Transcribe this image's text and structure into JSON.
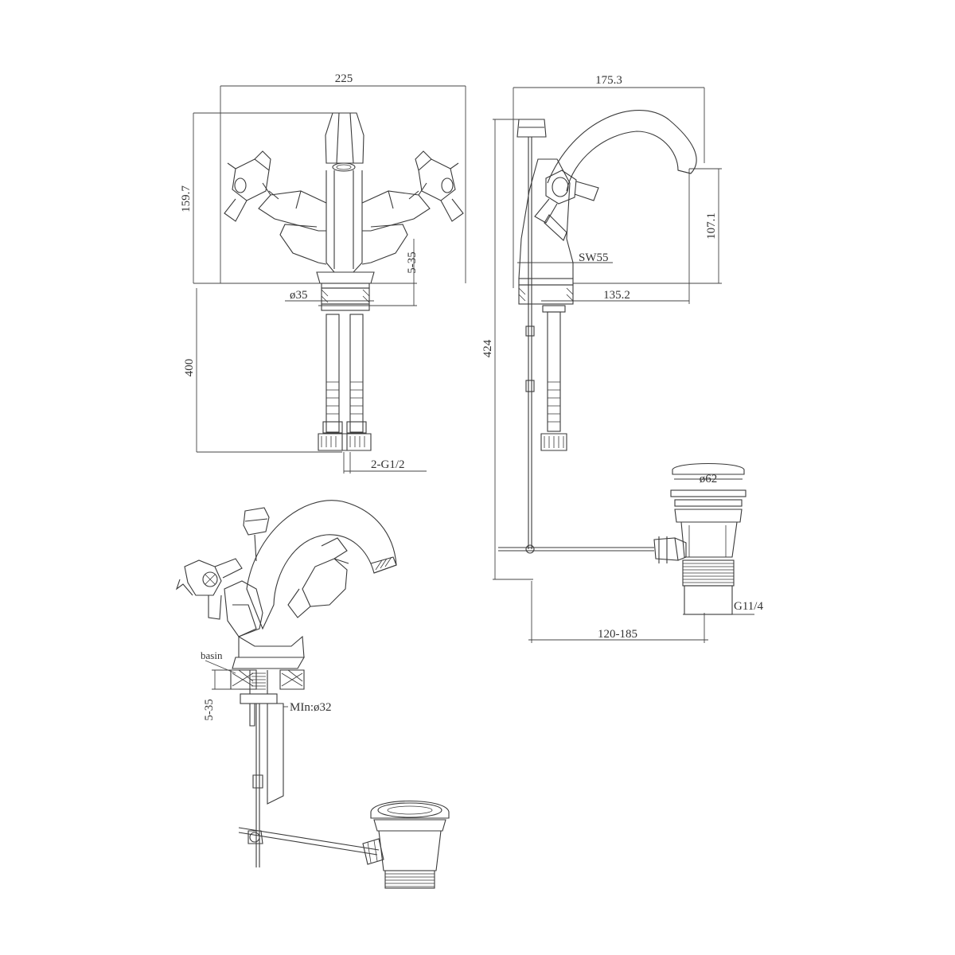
{
  "front_view": {
    "width": "225",
    "height": "159.7",
    "deck_range": "5-35",
    "base_diameter": "ø35",
    "hose_length": "400",
    "inlet_thread": "2-G1/2"
  },
  "side_view": {
    "width": "175.3",
    "spout_height": "107.1",
    "wrench": "SW55",
    "reach": "135.2",
    "total_height": "424",
    "waste_diameter": "ø62",
    "waste_thread": "G11/4",
    "rod_range": "120-185"
  },
  "install_view": {
    "basin_label": "basin",
    "deck_range": "5-35",
    "hole_min": "MIn:ø32"
  }
}
